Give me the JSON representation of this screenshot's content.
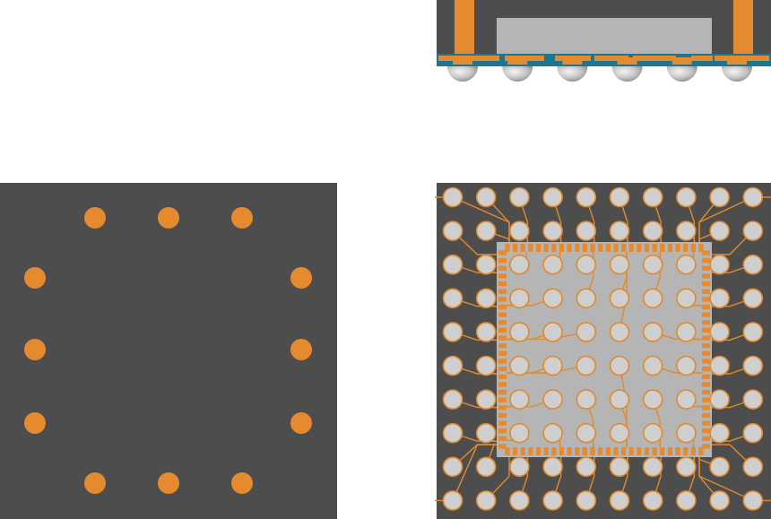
{
  "colors": {
    "background": "#ffffff",
    "substrate": "#4d4d4d",
    "pad_orange": "#e58a2e",
    "trace_orange": "#e08a2c",
    "die_gray": "#b5b5b5",
    "ball_gray": "#cfcfcf",
    "ball_outline": "#e08a2c",
    "teal_layer": "#1d7590",
    "solder_ball_light": "#f2f2f2",
    "solder_ball_dark": "#8a8a8a"
  },
  "diagrams": {
    "cross_section": {
      "solder_ball_count": 6
    },
    "footprint": {
      "pads_per_side": 3,
      "layout": "perimeter"
    },
    "bga_routing": {
      "grid_columns": 10,
      "grid_rows": 10,
      "die_pads_per_side": 26
    }
  }
}
